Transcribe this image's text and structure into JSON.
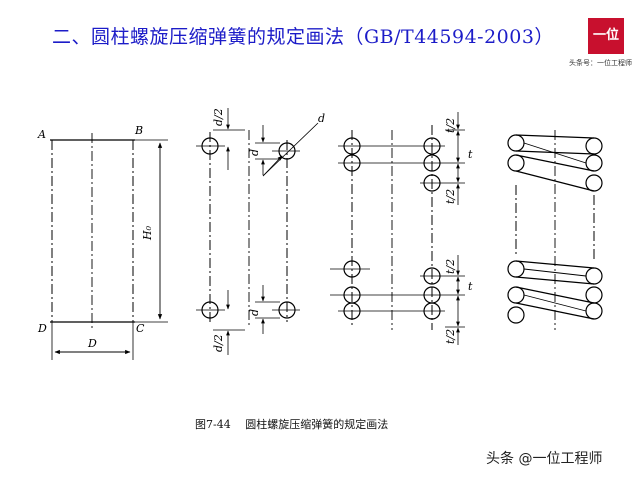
{
  "header": {
    "title": "二、圆柱螺旋压缩弹簧的规定画法（GB/T44594-2003）"
  },
  "logo": {
    "mark": "一位",
    "caption": "头条号：一位工程师",
    "color": "#c8102e"
  },
  "figure": {
    "caption": "图7-44　 圆柱螺旋压缩弹簧的规定画法",
    "labels": {
      "A": "A",
      "B": "B",
      "C": "C",
      "D_corner": "D",
      "D_dim": "D",
      "H0": "H₀",
      "d_half_top": "d/2",
      "d_leader": "d",
      "d_top": "d",
      "d_bottom": "d",
      "d_half_bottom": "d/2",
      "t_half_1": "t/2",
      "t_1": "t",
      "t_half_2": "t/2",
      "t_half_3": "t/2",
      "t_2": "t",
      "t_half_4": "t/2"
    }
  },
  "credit": {
    "text": "头条 @一位工程师"
  },
  "colors": {
    "title": "#1c1cc8",
    "ink": "#000000"
  }
}
